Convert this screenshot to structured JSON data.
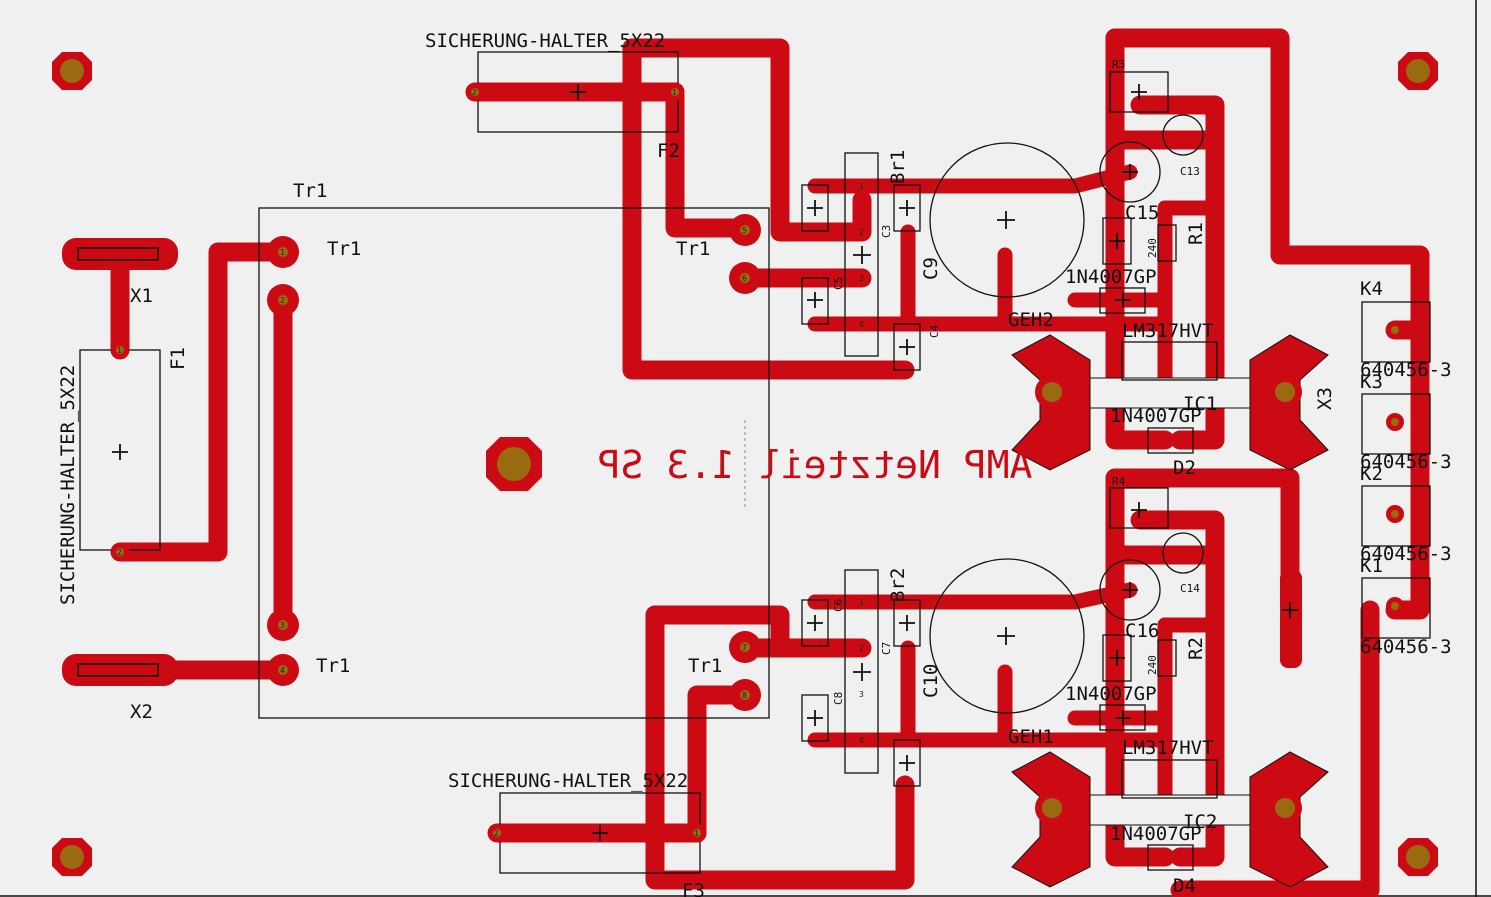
{
  "board": {
    "title": "AMP Netzteil 1.3 SP",
    "colors": {
      "copper": "#cc0a14",
      "drill": "#9a6a10",
      "background": "#f0f0f0",
      "silkscreen": "#111111"
    }
  },
  "labels": {
    "fuse_holder_top": "SICHERUNG-HALTER_5X22",
    "fuse_holder_left": "SICHERUNG-HALTER_5X22",
    "fuse_holder_bottom": "SICHERUNG-HALTER_5X22",
    "F1": "F1",
    "F2": "F2",
    "F3": "F3",
    "Tr1_main": "Tr1",
    "Tr1_a": "Tr1",
    "Tr1_b": "Tr1",
    "Tr1_c": "Tr1",
    "Tr1_d": "Tr1",
    "X1": "X1",
    "X2": "X2",
    "X3": "X3",
    "Br1": "Br1",
    "Br2": "Br2",
    "C3": "C3",
    "C4": "C4",
    "C5": "C5",
    "C6": "C6",
    "C7": "C7",
    "C8": "C8",
    "C9": "C9",
    "C10": "C10",
    "C13a": "C13",
    "C13b": "C13",
    "C14": "C14",
    "C15": "C15",
    "C16": "C16",
    "GEH1": "GEH1",
    "GEH2": "GEH2",
    "R1": "R1",
    "R2": "R2",
    "R3": "R3",
    "R4": "R4",
    "R1val": "240",
    "R2val": "240",
    "D1": "1N4007GP",
    "D2": "D2",
    "D2type": "1N4007GP",
    "D3": "1N4007GP",
    "D4": "D4",
    "D4type": "1N4007GP",
    "IC1": "LM317HVT",
    "IC1ref": "IC1",
    "IC2": "LM317HVT",
    "IC2ref": "IC2",
    "K4": "K4",
    "K1": "K1",
    "K2": "K2",
    "K3": "K3",
    "conn_type": "640456-3"
  },
  "pins": {
    "p1": "1",
    "p2": "2",
    "p3": "3",
    "p4": "4",
    "p5": "5",
    "p6": "6",
    "p7": "7",
    "p8": "8"
  },
  "icons": [
    "mounting-hole-icon",
    "copper-pad-icon",
    "origin-cross-icon",
    "heatsink-icon"
  ]
}
